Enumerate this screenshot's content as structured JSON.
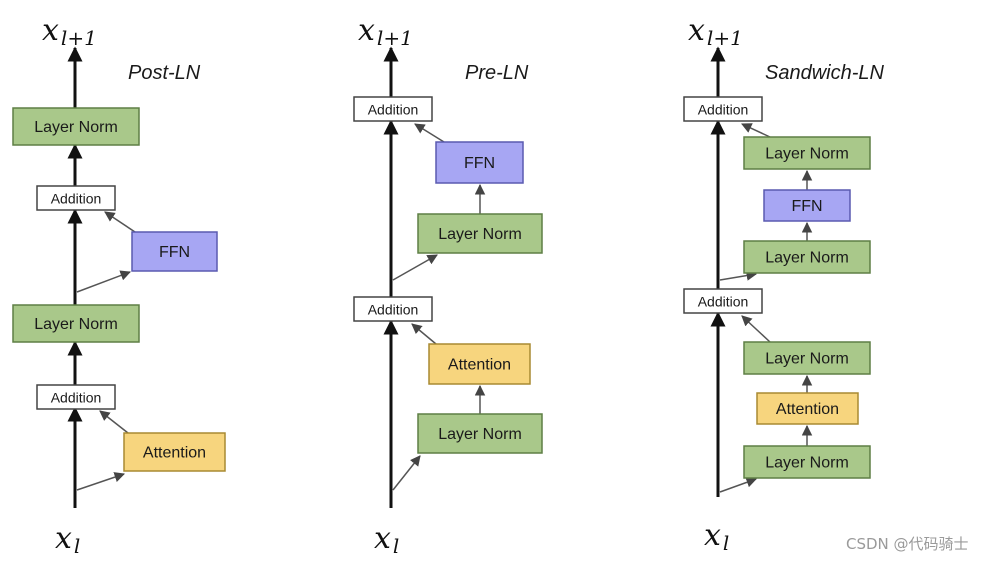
{
  "colors": {
    "layer_norm_fill": "#a9c88a",
    "layer_norm_stroke": "#5e7f45",
    "ffn_fill": "#a7a6f3",
    "ffn_stroke": "#5a5ab0",
    "attention_fill": "#f7d57e",
    "attention_stroke": "#a88a32",
    "addition_fill": "#ffffff",
    "addition_stroke": "#444444"
  },
  "panels": [
    {
      "title": "Post-LN",
      "output_label": {
        "main": "x",
        "sub": "l+1"
      },
      "input_label": {
        "main": "x",
        "sub": "l"
      },
      "boxes": [
        {
          "id": "ln_top",
          "type": "layer_norm",
          "label": "Layer Norm"
        },
        {
          "id": "add_top",
          "type": "addition",
          "label": "Addition"
        },
        {
          "id": "ffn",
          "type": "ffn",
          "label": "FFN"
        },
        {
          "id": "ln_mid",
          "type": "layer_norm",
          "label": "Layer Norm"
        },
        {
          "id": "add_bot",
          "type": "addition",
          "label": "Addition"
        },
        {
          "id": "attn",
          "type": "attention",
          "label": "Attention"
        }
      ]
    },
    {
      "title": "Pre-LN",
      "output_label": {
        "main": "x",
        "sub": "l+1"
      },
      "input_label": {
        "main": "x",
        "sub": "l"
      },
      "boxes": [
        {
          "id": "add_top",
          "type": "addition",
          "label": "Addition"
        },
        {
          "id": "ffn",
          "type": "ffn",
          "label": "FFN"
        },
        {
          "id": "ln_ffn",
          "type": "layer_norm",
          "label": "Layer Norm"
        },
        {
          "id": "add_bot",
          "type": "addition",
          "label": "Addition"
        },
        {
          "id": "attn",
          "type": "attention",
          "label": "Attention"
        },
        {
          "id": "ln_attn",
          "type": "layer_norm",
          "label": "Layer Norm"
        }
      ]
    },
    {
      "title": "Sandwich-LN",
      "output_label": {
        "main": "x",
        "sub": "l+1"
      },
      "input_label": {
        "main": "x",
        "sub": "l"
      },
      "boxes": [
        {
          "id": "add_top",
          "type": "addition",
          "label": "Addition"
        },
        {
          "id": "ln_ffn_post",
          "type": "layer_norm",
          "label": "Layer Norm"
        },
        {
          "id": "ffn",
          "type": "ffn",
          "label": "FFN"
        },
        {
          "id": "ln_ffn_pre",
          "type": "layer_norm",
          "label": "Layer Norm"
        },
        {
          "id": "add_bot",
          "type": "addition",
          "label": "Addition"
        },
        {
          "id": "ln_attn_post",
          "type": "layer_norm",
          "label": "Layer Norm"
        },
        {
          "id": "attn",
          "type": "attention",
          "label": "Attention"
        },
        {
          "id": "ln_attn_pre",
          "type": "layer_norm",
          "label": "Layer Norm"
        }
      ]
    }
  ],
  "watermark": "CSDN @代码骑士"
}
